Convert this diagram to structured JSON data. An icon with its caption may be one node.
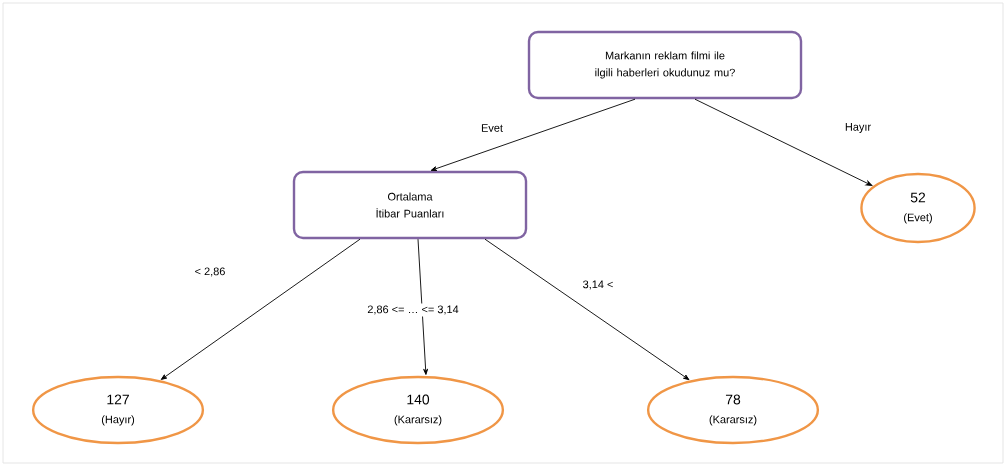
{
  "diagram": {
    "nodes": [
      {
        "text": [
          "Markanın reklam filmi ile ilgili haberleri okudunuz mu?"
        ]
      },
      {
        "text": [
          "Ortalama İtibar Puanları"
        ]
      },
      {
        "text": [
          "52",
          "(Evet)"
        ]
      },
      {
        "text": [
          "127",
          "(Hayır)"
        ]
      },
      {
        "text": [
          "140",
          "(Kararsız)"
        ]
      },
      {
        "text": [
          "78",
          "(Kararsız)"
        ]
      }
    ],
    "edges": [
      {
        "from": 0,
        "to": 1,
        "arrow": "to",
        "label": "Evet"
      },
      {
        "from": 0,
        "to": 2,
        "arrow": "to",
        "label": "Hayır"
      },
      {
        "from": 1,
        "to": 3,
        "arrow": "to",
        "label": "< 2,86"
      },
      {
        "from": 1,
        "to": 4,
        "arrow": "to",
        "label": "2,86 <= … <= 3,14"
      },
      {
        "from": 1,
        "to": 5,
        "arrow": "to",
        "label": "3,14 <"
      }
    ]
  }
}
